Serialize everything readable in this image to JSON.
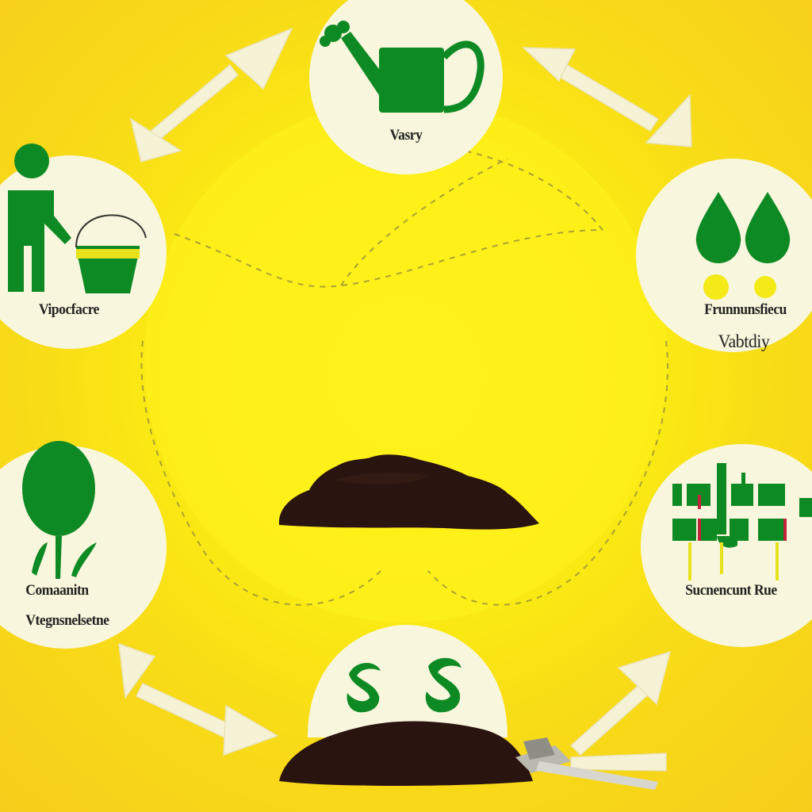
{
  "colors": {
    "background": "#f9e416",
    "inner_glow": "#fff21a",
    "node_fill": "#f8f6dc",
    "icon_green": "#0e8a24",
    "soil": "#2a1410",
    "arrow": "#f6f2d6",
    "dashed_path": "#8a8040"
  },
  "nodes": {
    "top": {
      "label": "Vasry",
      "icon": "watering-can-icon"
    },
    "upper_left": {
      "label": "Vipocfacre",
      "icon": "person-with-bucket-icon"
    },
    "upper_right": {
      "label_line1": "Frunnunsfiecu",
      "label_line2": "Vabtdiy",
      "icon": "water-drops-icon"
    },
    "lower_left": {
      "label_line1": "Comaanitn",
      "label_line2": "Vtegnsnelsetne",
      "icon": "tree-sprout-icon"
    },
    "lower_right": {
      "label": "Sucnencunt Rue",
      "icon": "seedling-markers-icon"
    },
    "bottom": {
      "icon": "sprouts-in-soil-icon"
    }
  },
  "center": {
    "icon": "soil-mound-icon"
  },
  "tools": {
    "icon": "pruning-shears-icon"
  }
}
